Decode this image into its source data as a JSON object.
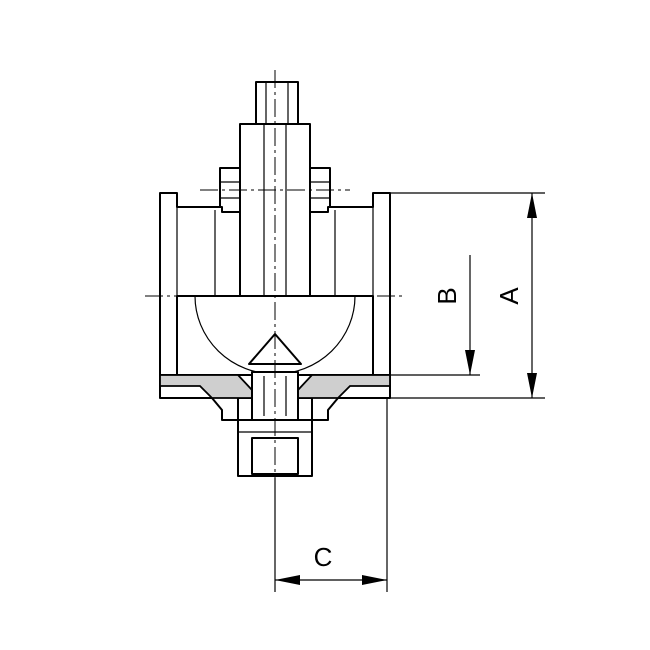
{
  "dimension_labels": {
    "a": "A",
    "b": "B",
    "c": "C"
  },
  "colors": {
    "line": "#000000",
    "background": "#ffffff",
    "section_fill": "#cfcfcf"
  }
}
